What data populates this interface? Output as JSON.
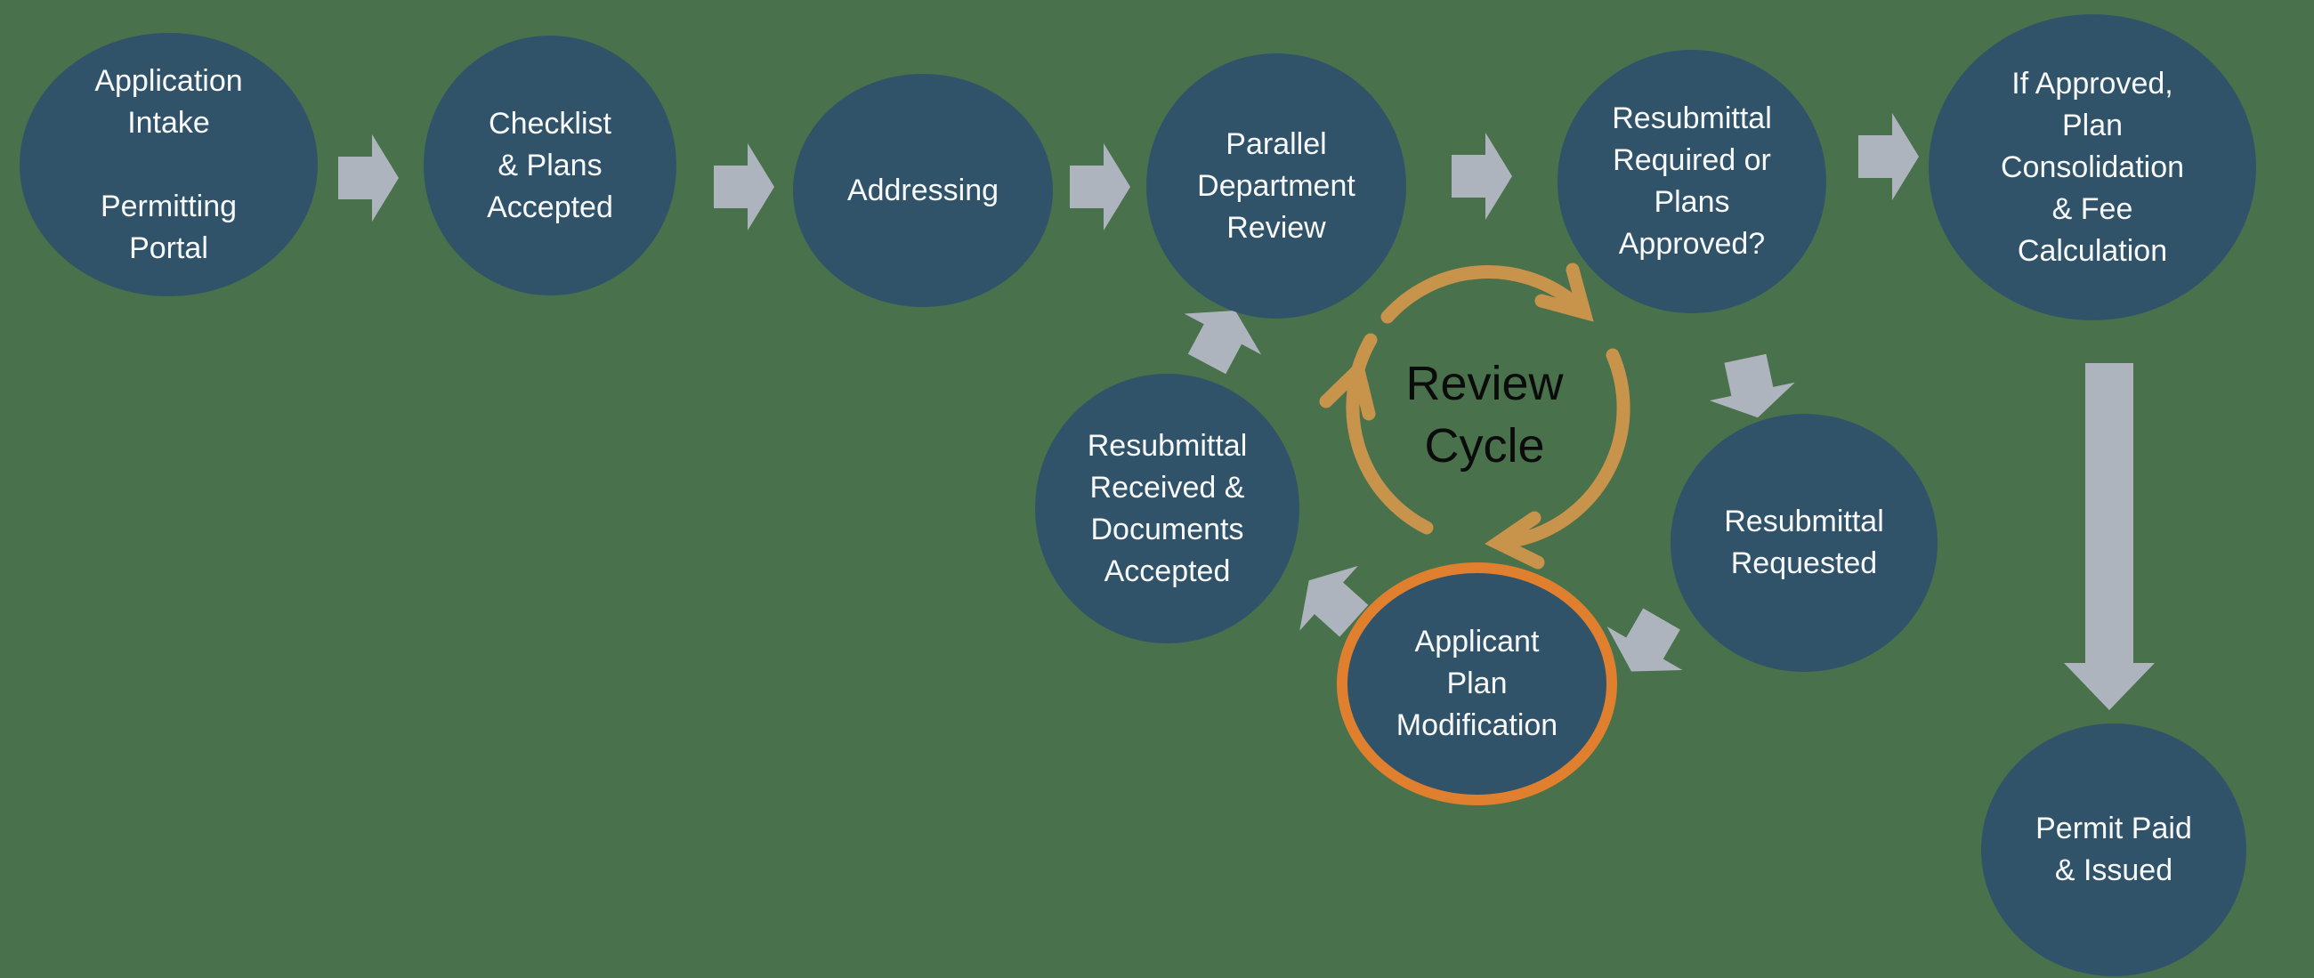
{
  "colors": {
    "background": "#48714C",
    "node_fill": "#315369",
    "node_text": "#F7F9FA",
    "arrow_gray": "#AEB4BD",
    "cycle_orange": "#C8934B",
    "highlight_ring": "#E0802F",
    "cycle_text": "#0B0B0B"
  },
  "nodes": [
    {
      "id": "application-intake",
      "label": "Application\nIntake\n\nPermitting\nPortal"
    },
    {
      "id": "checklist-plans-accepted",
      "label": "Checklist\n& Plans\nAccepted"
    },
    {
      "id": "addressing",
      "label": "Addressing"
    },
    {
      "id": "parallel-department-review",
      "label": "Parallel\nDepartment\nReview"
    },
    {
      "id": "resubmittal-required-or-plans-approved",
      "label": "Resubmittal\nRequired or\nPlans\nApproved?"
    },
    {
      "id": "if-approved-plan-consolidation-fee-calculation",
      "label": "If Approved,\nPlan\nConsolidation\n& Fee\nCalculation"
    },
    {
      "id": "resubmittal-received-documents-accepted",
      "label": "Resubmittal\nReceived &\nDocuments\nAccepted"
    },
    {
      "id": "applicant-plan-modification",
      "label": "Applicant\nPlan\nModification",
      "highlighted": true
    },
    {
      "id": "resubmittal-requested",
      "label": "Resubmittal\nRequested"
    },
    {
      "id": "permit-paid-issued",
      "label": "Permit Paid\n& Issued"
    }
  ],
  "cycle": {
    "label": "Review\nCycle"
  },
  "arrows": {
    "style": "block-arrow",
    "names": [
      "arrow-intake-to-checklist",
      "arrow-checklist-to-addressing",
      "arrow-addressing-to-parallel-review",
      "arrow-parallel-review-to-resubmittal-question",
      "arrow-resubmittal-question-to-consolidation",
      "arrow-question-to-resubmittal-requested",
      "arrow-requested-to-applicant-modification",
      "arrow-modification-to-resubmittal-received",
      "arrow-received-to-parallel-review",
      "arrow-consolidation-to-permit-issued",
      "review-cycle-loop-clockwise"
    ]
  }
}
